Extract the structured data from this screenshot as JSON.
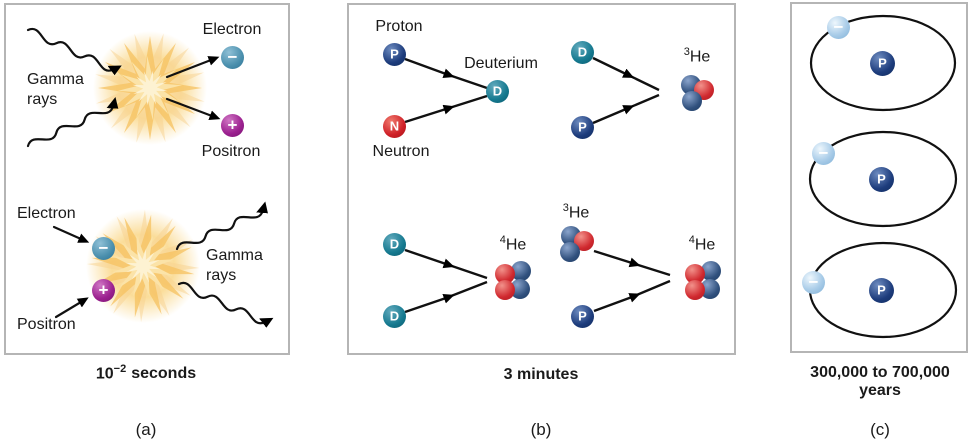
{
  "symbols": {
    "proton": "P",
    "neutron": "N",
    "deuterium": "D",
    "electron_minus": "−",
    "positron_plus": "+"
  },
  "colors": {
    "proton": "#1d3c7c",
    "neutron": "#cf2027",
    "deuterium": "#15798f",
    "electron": "#4a8fad",
    "positron": "#9c2190",
    "hydrogen_electron": "#a9cce8",
    "starburst": "#f6c160",
    "panel_border": "#b5b5b5"
  },
  "panel_a": {
    "top": {
      "gamma_label": "Gamma rays",
      "electron_label": "Electron",
      "positron_label": "Positron"
    },
    "bottom": {
      "electron_label": "Electron",
      "positron_label": "Positron",
      "gamma_label": "Gamma rays"
    },
    "caption": {
      "base": "10",
      "exponent": "−2",
      "unit": "seconds"
    },
    "letter": "(a)"
  },
  "panel_b": {
    "labels": {
      "proton": "Proton",
      "neutron": "Neutron",
      "deuterium": "Deuterium"
    },
    "he3": {
      "sup": "3",
      "base": "He"
    },
    "he4": {
      "sup": "4",
      "base": "He"
    },
    "caption": "3 minutes",
    "letter": "(b)"
  },
  "panel_c": {
    "caption_line1": "300,000 to 700,000",
    "caption_line2": "years",
    "letter": "(c)"
  }
}
